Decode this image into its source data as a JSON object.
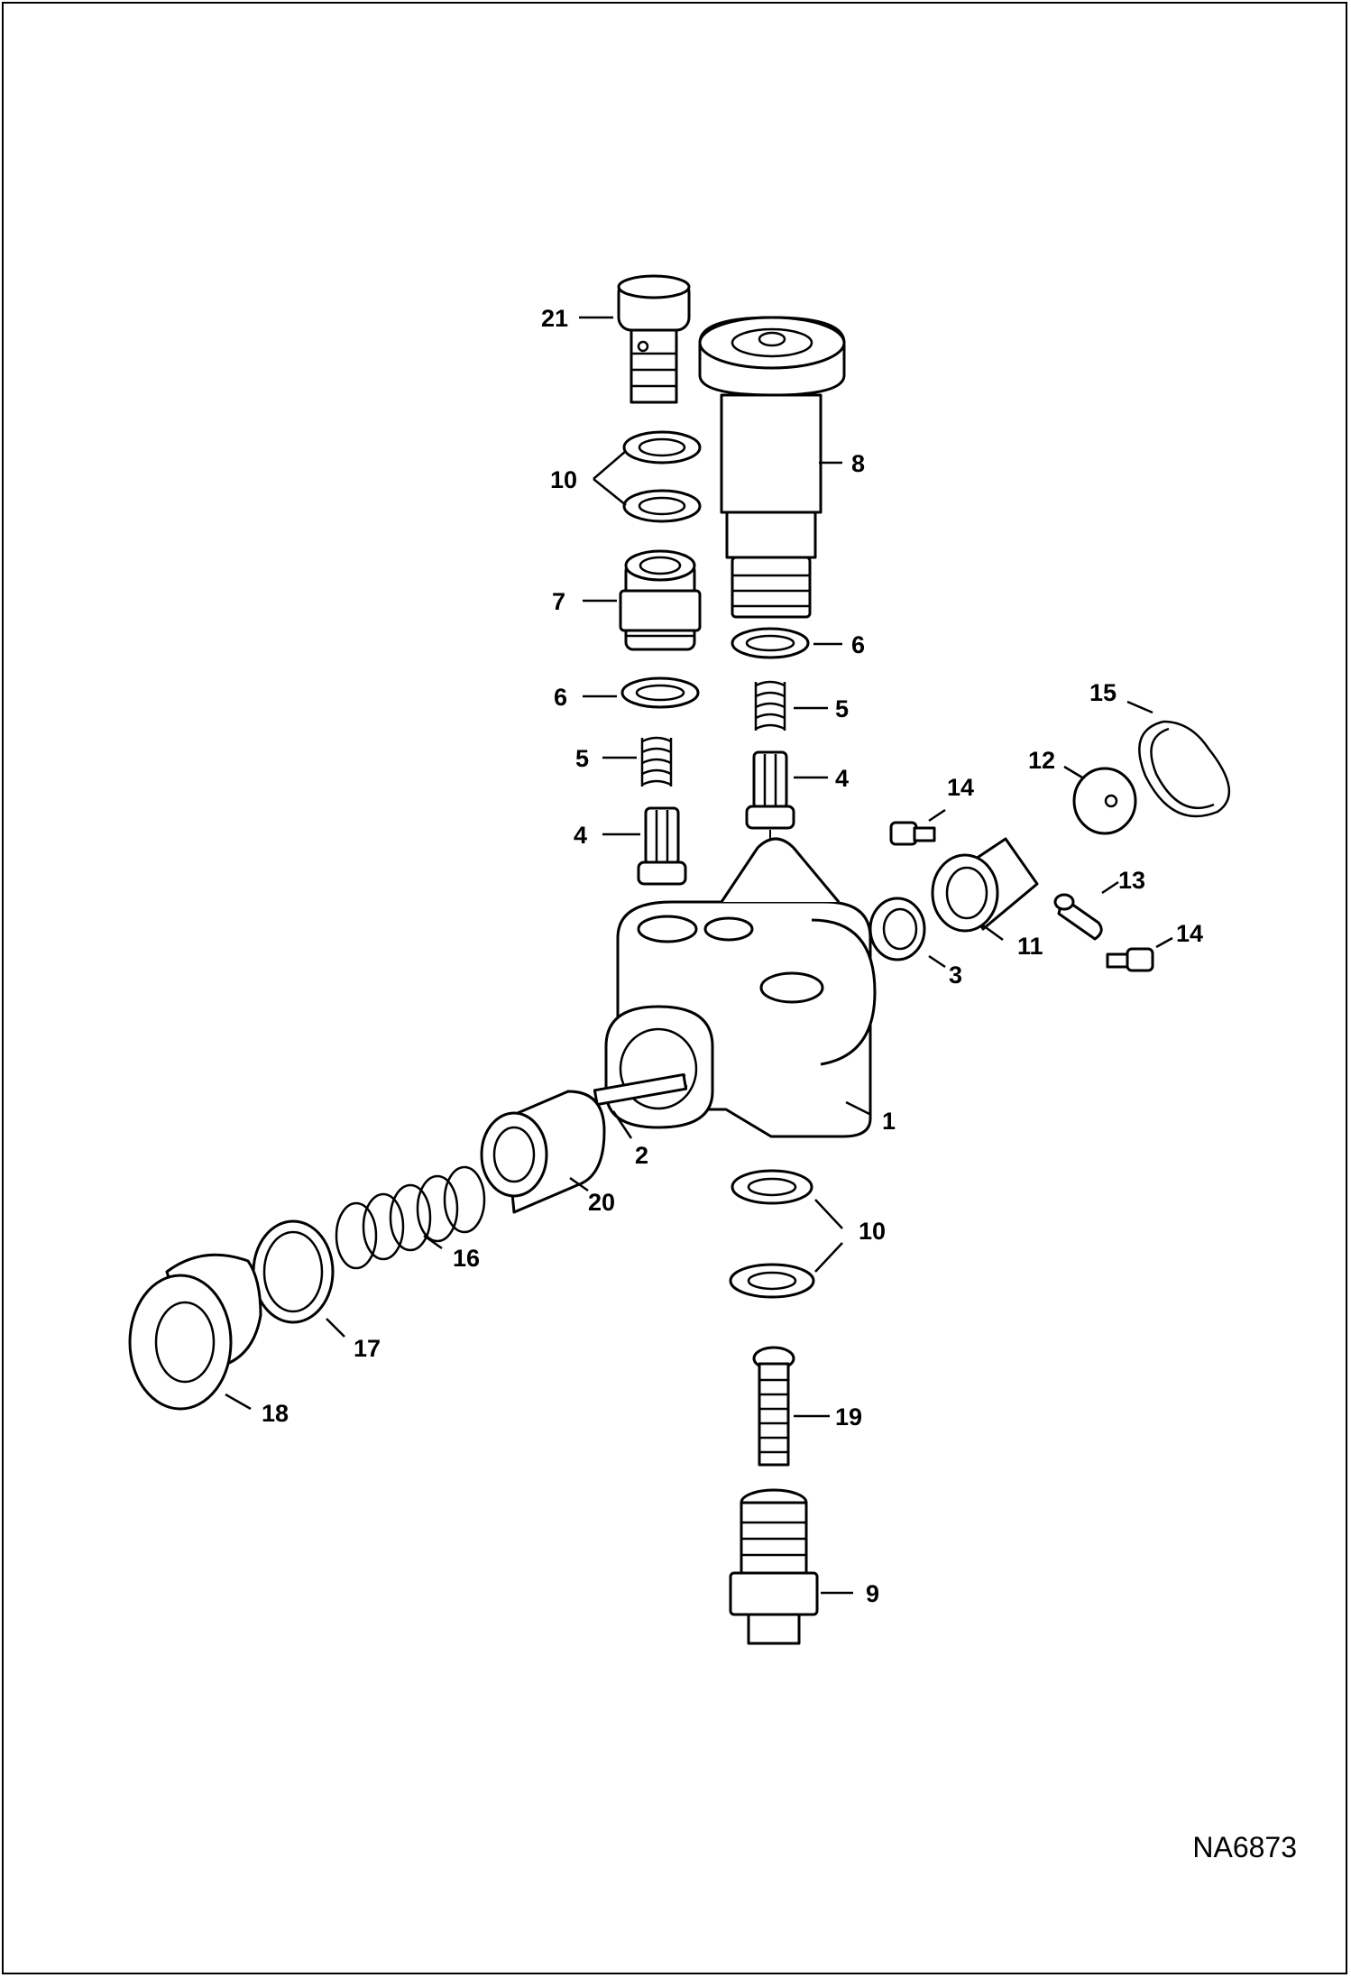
{
  "figure_id": "NA6873",
  "callouts": [
    {
      "id": "c21",
      "label": "21"
    },
    {
      "id": "c10a",
      "label": "10"
    },
    {
      "id": "c8",
      "label": "8"
    },
    {
      "id": "c7",
      "label": "7"
    },
    {
      "id": "c6a",
      "label": "6"
    },
    {
      "id": "c6b",
      "label": "6"
    },
    {
      "id": "c5a",
      "label": "5"
    },
    {
      "id": "c5b",
      "label": "5"
    },
    {
      "id": "c4a",
      "label": "4"
    },
    {
      "id": "c4b",
      "label": "4"
    },
    {
      "id": "c15",
      "label": "15"
    },
    {
      "id": "c12",
      "label": "12"
    },
    {
      "id": "c14a",
      "label": "14"
    },
    {
      "id": "c13",
      "label": "13"
    },
    {
      "id": "c14b",
      "label": "14"
    },
    {
      "id": "c3",
      "label": "3"
    },
    {
      "id": "c11",
      "label": "11"
    },
    {
      "id": "c1",
      "label": "1"
    },
    {
      "id": "c2",
      "label": "2"
    },
    {
      "id": "c20",
      "label": "20"
    },
    {
      "id": "c16",
      "label": "16"
    },
    {
      "id": "c10b",
      "label": "10"
    },
    {
      "id": "c17",
      "label": "17"
    },
    {
      "id": "c18",
      "label": "18"
    },
    {
      "id": "c19",
      "label": "19"
    },
    {
      "id": "c9",
      "label": "9"
    }
  ]
}
